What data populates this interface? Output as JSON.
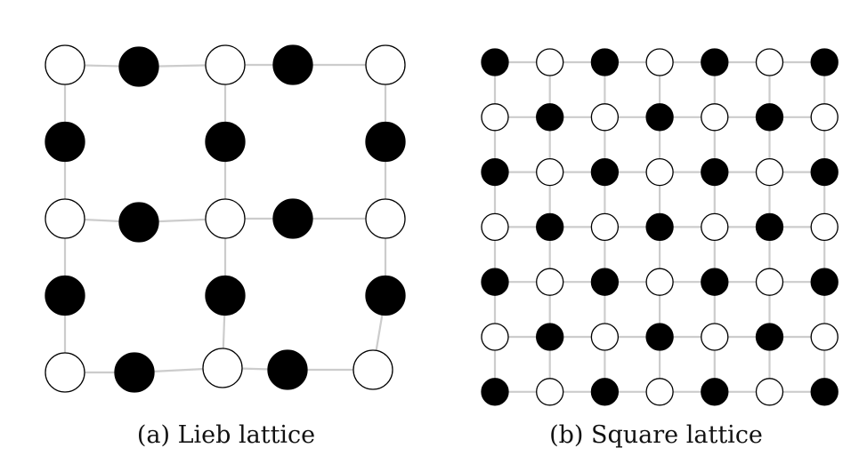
{
  "captions": {
    "lieb": "(a) Lieb lattice",
    "square": "(b) Square lattice"
  },
  "colors": {
    "bond": "#cccccc",
    "filled_site": "#000000",
    "empty_site": "#ffffff",
    "site_outline": "#000000"
  },
  "lieb_lattice": {
    "cols": 5,
    "rows": 5,
    "sites": [
      [
        "empty",
        "filled",
        "empty",
        "filled",
        "empty"
      ],
      [
        "filled",
        "none",
        "filled",
        "none",
        "filled"
      ],
      [
        "empty",
        "filled",
        "empty",
        "filled",
        "empty"
      ],
      [
        "filled",
        "none",
        "filled",
        "none",
        "filled"
      ],
      [
        "empty",
        "filled",
        "empty",
        "filled",
        "empty"
      ]
    ]
  },
  "square_lattice": {
    "cols": 7,
    "rows": 7,
    "sites": [
      [
        "filled",
        "empty",
        "filled",
        "empty",
        "filled",
        "empty",
        "filled"
      ],
      [
        "empty",
        "filled",
        "empty",
        "filled",
        "empty",
        "filled",
        "empty"
      ],
      [
        "filled",
        "empty",
        "filled",
        "empty",
        "filled",
        "empty",
        "filled"
      ],
      [
        "empty",
        "filled",
        "empty",
        "filled",
        "empty",
        "filled",
        "empty"
      ],
      [
        "filled",
        "empty",
        "filled",
        "empty",
        "filled",
        "empty",
        "filled"
      ],
      [
        "empty",
        "filled",
        "empty",
        "filled",
        "empty",
        "filled",
        "empty"
      ],
      [
        "filled",
        "empty",
        "filled",
        "empty",
        "filled",
        "empty",
        "filled"
      ]
    ]
  }
}
